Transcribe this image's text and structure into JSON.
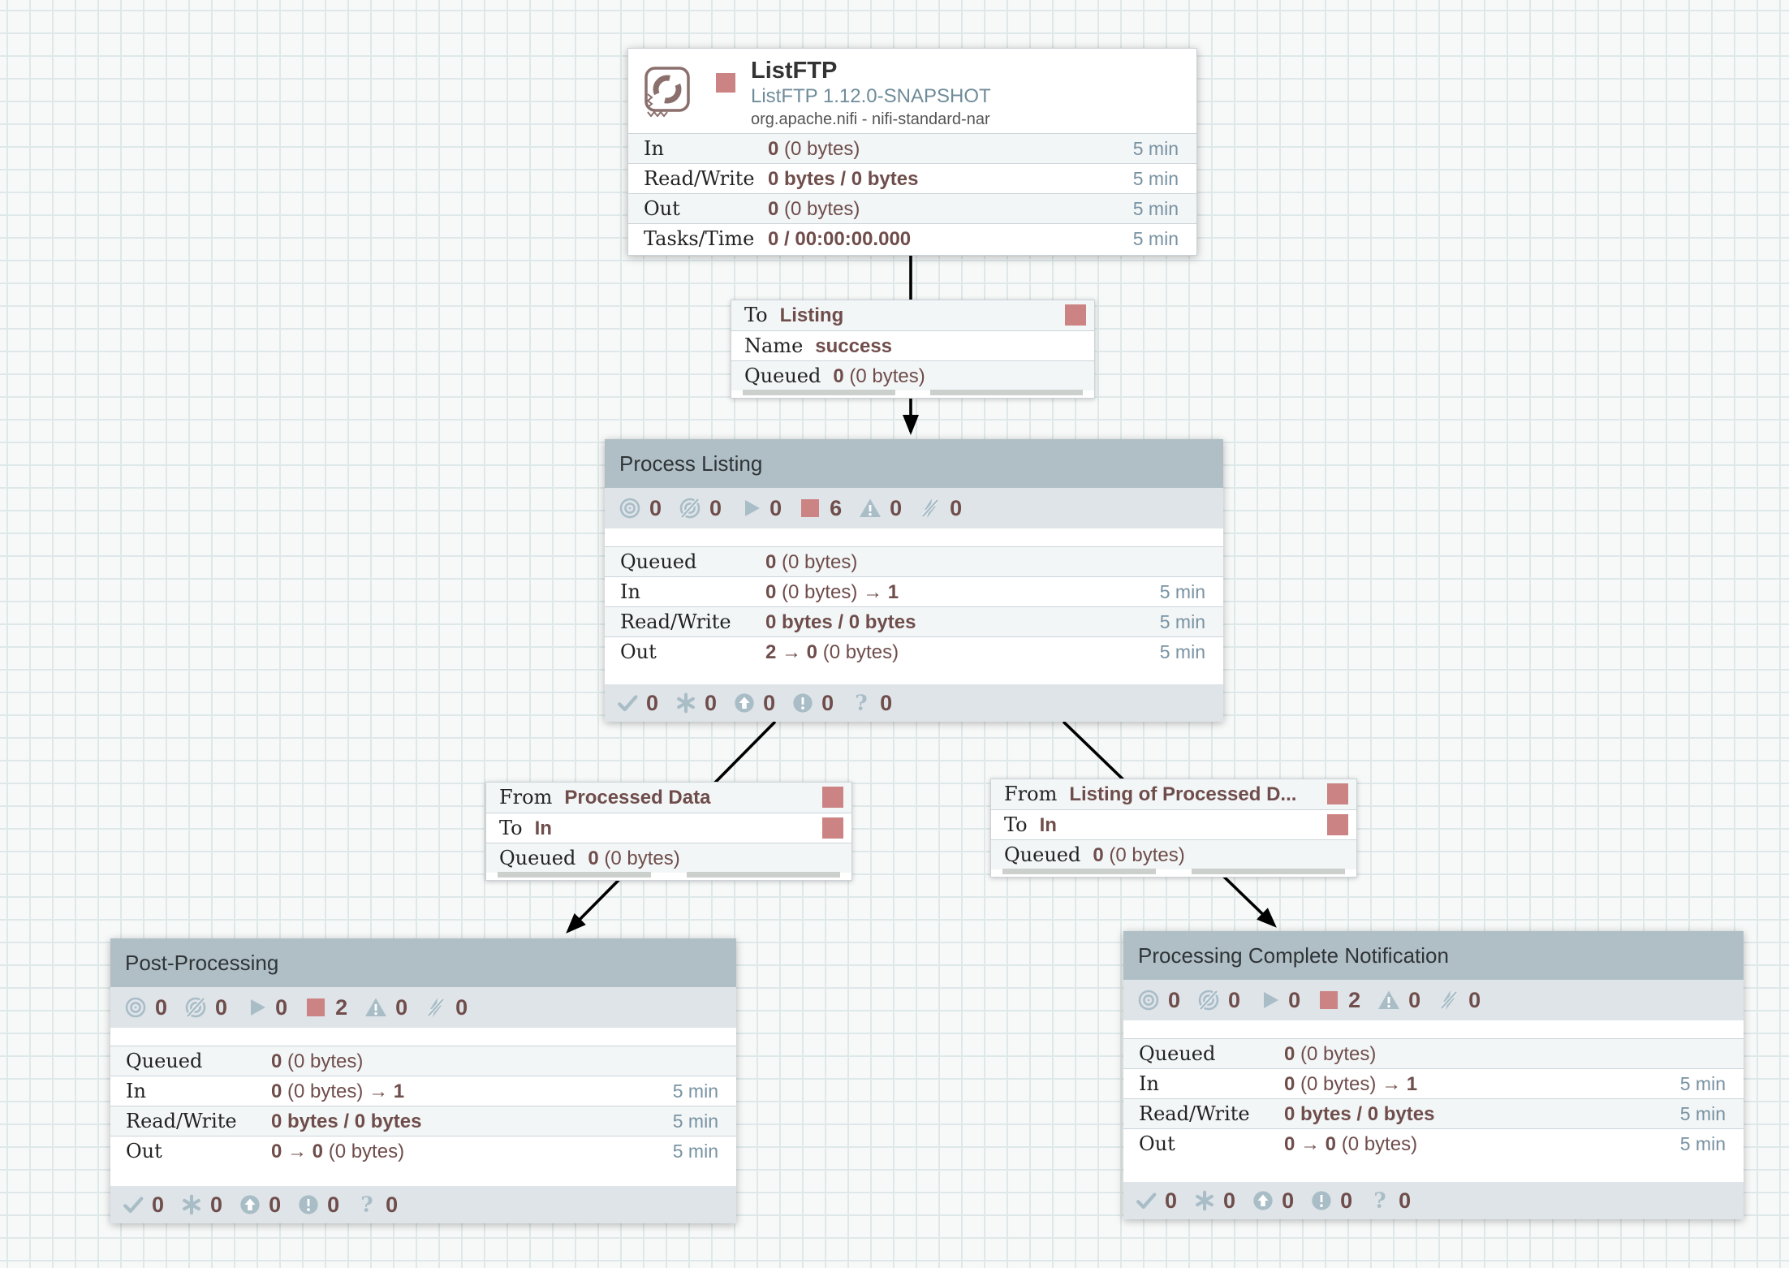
{
  "canvas": {
    "background": "#f7f9f9",
    "grid_line": "#dfe8e8"
  },
  "colors": {
    "accent_maroon": "#6f4d4b",
    "stopped_red": "#cb8383",
    "icon_blue": "#a9bdc7",
    "time_blue": "#7892a2",
    "group_header": "#b0bfc6",
    "bar_background": "#dfe4e8",
    "row_alt": "#f3f6f7"
  },
  "processor": {
    "name": "ListFTP",
    "type": "ListFTP 1.12.0-SNAPSHOT",
    "bundle": "org.apache.nifi - nifi-standard-nar",
    "run_status": "stopped",
    "rows": [
      {
        "label": "In",
        "parts": [
          [
            "b",
            "0"
          ],
          [
            "n",
            " (0 bytes)"
          ]
        ],
        "time": "5 min"
      },
      {
        "label": "Read/Write",
        "parts": [
          [
            "b",
            "0 bytes / 0 bytes"
          ]
        ],
        "time": "5 min"
      },
      {
        "label": "Out",
        "parts": [
          [
            "b",
            "0"
          ],
          [
            "n",
            " (0 bytes)"
          ]
        ],
        "time": "5 min"
      },
      {
        "label": "Tasks/Time",
        "parts": [
          [
            "b",
            "0 / 00:00:00.000"
          ]
        ],
        "time": "5 min"
      }
    ]
  },
  "connections": [
    {
      "name": "success",
      "rows": [
        {
          "label": "To",
          "parts": [
            [
              "b",
              "Listing"
            ]
          ],
          "square": true
        },
        {
          "label": "Name",
          "parts": [
            [
              "b",
              "success"
            ]
          ],
          "square": false
        },
        {
          "label": "Queued",
          "parts": [
            [
              "b",
              "0"
            ],
            [
              "n",
              " (0 bytes)"
            ]
          ],
          "square": false
        }
      ]
    },
    {
      "name": "processed-data",
      "rows": [
        {
          "label": "From",
          "parts": [
            [
              "b",
              "Processed Data"
            ]
          ],
          "square": true
        },
        {
          "label": "To",
          "parts": [
            [
              "b",
              "In"
            ]
          ],
          "square": true
        },
        {
          "label": "Queued",
          "parts": [
            [
              "b",
              "0"
            ],
            [
              "n",
              " (0 bytes)"
            ]
          ],
          "square": false
        }
      ]
    },
    {
      "name": "listing-of-processed-data",
      "rows": [
        {
          "label": "From",
          "parts": [
            [
              "b",
              "Listing of Processed D..."
            ]
          ],
          "square": true
        },
        {
          "label": "To",
          "parts": [
            [
              "b",
              "In"
            ]
          ],
          "square": true
        },
        {
          "label": "Queued",
          "parts": [
            [
              "b",
              "0"
            ],
            [
              "n",
              " (0 bytes)"
            ]
          ],
          "square": false
        }
      ]
    }
  ],
  "groups": [
    {
      "title": "Process Listing",
      "status_counts": [
        {
          "icon": "transmitting",
          "n": "0"
        },
        {
          "icon": "not-transmitting",
          "n": "0"
        },
        {
          "icon": "running",
          "n": "0"
        },
        {
          "icon": "stopped",
          "n": "6"
        },
        {
          "icon": "invalid",
          "n": "0"
        },
        {
          "icon": "disabled",
          "n": "0"
        }
      ],
      "rows": [
        {
          "label": "Queued",
          "parts": [
            [
              "b",
              "0"
            ],
            [
              "n",
              " (0 bytes)"
            ]
          ],
          "time": ""
        },
        {
          "label": "In",
          "parts": [
            [
              "b",
              "0"
            ],
            [
              "n",
              " (0 bytes) "
            ],
            [
              "b",
              "→ 1"
            ]
          ],
          "time": "5 min"
        },
        {
          "label": "Read/Write",
          "parts": [
            [
              "b",
              "0 bytes / 0 bytes"
            ]
          ],
          "time": "5 min"
        },
        {
          "label": "Out",
          "parts": [
            [
              "b",
              "2 → 0"
            ],
            [
              "n",
              " (0 bytes)"
            ]
          ],
          "time": "5 min"
        }
      ],
      "version_counts": [
        {
          "icon": "up-to-date",
          "n": "0"
        },
        {
          "icon": "locally-modified",
          "n": "0"
        },
        {
          "icon": "stale",
          "n": "0"
        },
        {
          "icon": "locally-modified-stale",
          "n": "0"
        },
        {
          "icon": "sync-failure",
          "n": "0"
        }
      ]
    },
    {
      "title": "Post-Processing",
      "status_counts": [
        {
          "icon": "transmitting",
          "n": "0"
        },
        {
          "icon": "not-transmitting",
          "n": "0"
        },
        {
          "icon": "running",
          "n": "0"
        },
        {
          "icon": "stopped",
          "n": "2"
        },
        {
          "icon": "invalid",
          "n": "0"
        },
        {
          "icon": "disabled",
          "n": "0"
        }
      ],
      "rows": [
        {
          "label": "Queued",
          "parts": [
            [
              "b",
              "0"
            ],
            [
              "n",
              " (0 bytes)"
            ]
          ],
          "time": ""
        },
        {
          "label": "In",
          "parts": [
            [
              "b",
              "0"
            ],
            [
              "n",
              " (0 bytes) "
            ],
            [
              "b",
              "→ 1"
            ]
          ],
          "time": "5 min"
        },
        {
          "label": "Read/Write",
          "parts": [
            [
              "b",
              "0 bytes / 0 bytes"
            ]
          ],
          "time": "5 min"
        },
        {
          "label": "Out",
          "parts": [
            [
              "b",
              "0 → 0"
            ],
            [
              "n",
              " (0 bytes)"
            ]
          ],
          "time": "5 min"
        }
      ],
      "version_counts": [
        {
          "icon": "up-to-date",
          "n": "0"
        },
        {
          "icon": "locally-modified",
          "n": "0"
        },
        {
          "icon": "stale",
          "n": "0"
        },
        {
          "icon": "locally-modified-stale",
          "n": "0"
        },
        {
          "icon": "sync-failure",
          "n": "0"
        }
      ]
    },
    {
      "title": "Processing Complete Notification",
      "status_counts": [
        {
          "icon": "transmitting",
          "n": "0"
        },
        {
          "icon": "not-transmitting",
          "n": "0"
        },
        {
          "icon": "running",
          "n": "0"
        },
        {
          "icon": "stopped",
          "n": "2"
        },
        {
          "icon": "invalid",
          "n": "0"
        },
        {
          "icon": "disabled",
          "n": "0"
        }
      ],
      "rows": [
        {
          "label": "Queued",
          "parts": [
            [
              "b",
              "0"
            ],
            [
              "n",
              " (0 bytes)"
            ]
          ],
          "time": ""
        },
        {
          "label": "In",
          "parts": [
            [
              "b",
              "0"
            ],
            [
              "n",
              " (0 bytes) "
            ],
            [
              "b",
              "→ 1"
            ]
          ],
          "time": "5 min"
        },
        {
          "label": "Read/Write",
          "parts": [
            [
              "b",
              "0 bytes / 0 bytes"
            ]
          ],
          "time": "5 min"
        },
        {
          "label": "Out",
          "parts": [
            [
              "b",
              "0 → 0"
            ],
            [
              "n",
              " (0 bytes)"
            ]
          ],
          "time": "5 min"
        }
      ],
      "version_counts": [
        {
          "icon": "up-to-date",
          "n": "0"
        },
        {
          "icon": "locally-modified",
          "n": "0"
        },
        {
          "icon": "stale",
          "n": "0"
        },
        {
          "icon": "locally-modified-stale",
          "n": "0"
        },
        {
          "icon": "sync-failure",
          "n": "0"
        }
      ]
    }
  ],
  "edges": [
    {
      "from": "ListFTP",
      "to": "Process Listing",
      "via": "success"
    },
    {
      "from": "Process Listing",
      "to": "Post-Processing",
      "via": "processed-data"
    },
    {
      "from": "Process Listing",
      "to": "Processing Complete Notification",
      "via": "listing-of-processed-data"
    }
  ]
}
